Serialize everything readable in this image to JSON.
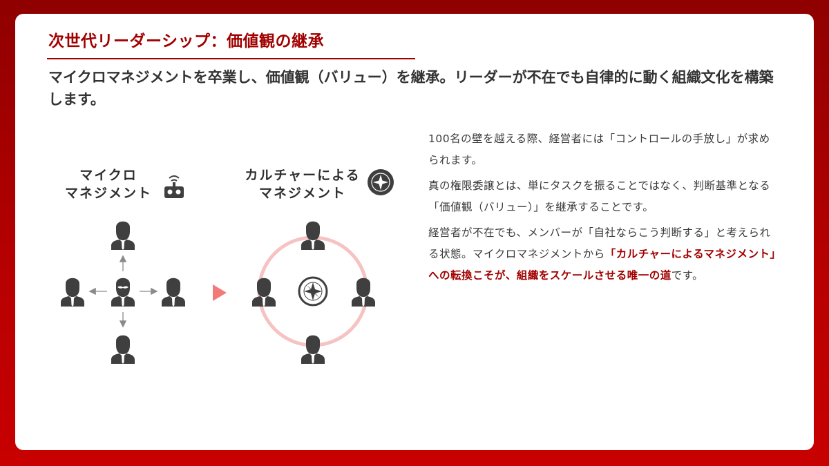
{
  "title": "次世代リーダーシップ：価値観の継承",
  "subtitle": "マイクロマネジメントを卒業し、価値観（バリュー）を継承。リーダーが不在でも自律的に動く組織文化を構築します。",
  "diagram": {
    "left_label": "マイクロ\nマネジメント",
    "right_label": "カルチャーによる\nマネジメント",
    "left_icon": "remote-control-icon",
    "right_icon": "compass-icon",
    "arrow_color": "#f47a7a",
    "circle_color": "#f6c2c2",
    "person_color": "#3f3f3f"
  },
  "body": {
    "p1": "100名の壁を越える際、経営者には「コントロールの手放し」が求められます。",
    "p2": "真の権限委譲とは、単にタスクを振ることではなく、判断基準となる「価値観（バリュー）」を継承することです。",
    "p3_pre": "経営者が不在でも、メンバーが「自社ならこう判断する」と考えられる状態。マイクロマネジメントから",
    "p3_highlight": "「カルチャーによるマネジメント」への転換こそが、組織をスケールさせる唯一の道",
    "p3_post": "です。"
  }
}
